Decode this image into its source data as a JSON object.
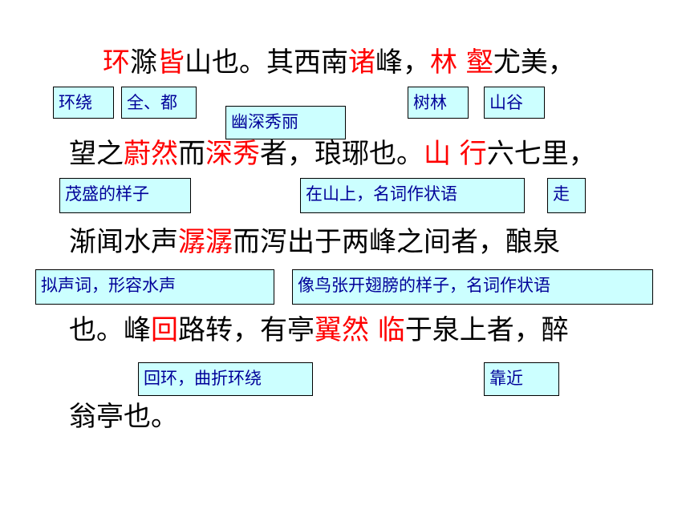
{
  "passage": {
    "line1": [
      {
        "text": "环",
        "hl": true
      },
      {
        "text": "滁",
        "hl": false
      },
      {
        "text": "皆",
        "hl": true
      },
      {
        "text": "山也。其西南",
        "hl": false
      },
      {
        "text": "诸",
        "hl": true
      },
      {
        "text": "峰，",
        "hl": false
      },
      {
        "text": "林 壑",
        "hl": true
      },
      {
        "text": "尤美，",
        "hl": false
      }
    ],
    "line2": [
      {
        "text": "望之",
        "hl": false
      },
      {
        "text": "蔚然",
        "hl": true
      },
      {
        "text": "而",
        "hl": false
      },
      {
        "text": "深秀",
        "hl": true
      },
      {
        "text": "者，琅琊也。",
        "hl": false
      },
      {
        "text": "山 行",
        "hl": true
      },
      {
        "text": "六七里，",
        "hl": false
      }
    ],
    "line3": [
      {
        "text": "渐闻水声",
        "hl": false
      },
      {
        "text": "潺潺",
        "hl": true
      },
      {
        "text": "而泻出于两峰之间者，酿泉",
        "hl": false
      }
    ],
    "line4": [
      {
        "text": "也。峰",
        "hl": false
      },
      {
        "text": "回",
        "hl": true
      },
      {
        "text": "路转，有亭",
        "hl": false
      },
      {
        "text": "翼然 临",
        "hl": true
      },
      {
        "text": "于泉上者，醉",
        "hl": false
      }
    ],
    "line5": [
      {
        "text": "翁亭也。",
        "hl": false
      }
    ]
  },
  "notes": {
    "huanrao": "环绕",
    "quandou": "全、都",
    "youshen": "幽深秀丽",
    "shulin": "树林",
    "shangu": "山谷",
    "maosheng": "茂盛的样子",
    "zaishan": "在山上，名词作状语",
    "zou": "走",
    "nishengci": "拟声词，形容水声",
    "xiangniao": "像鸟张开翅膀的样子，名词作状语",
    "huihuan": "回环，曲折环绕",
    "kaojin": "靠近"
  },
  "colors": {
    "highlight": "#ff0000",
    "note_bg": "#ccffff",
    "note_text": "#000099"
  }
}
